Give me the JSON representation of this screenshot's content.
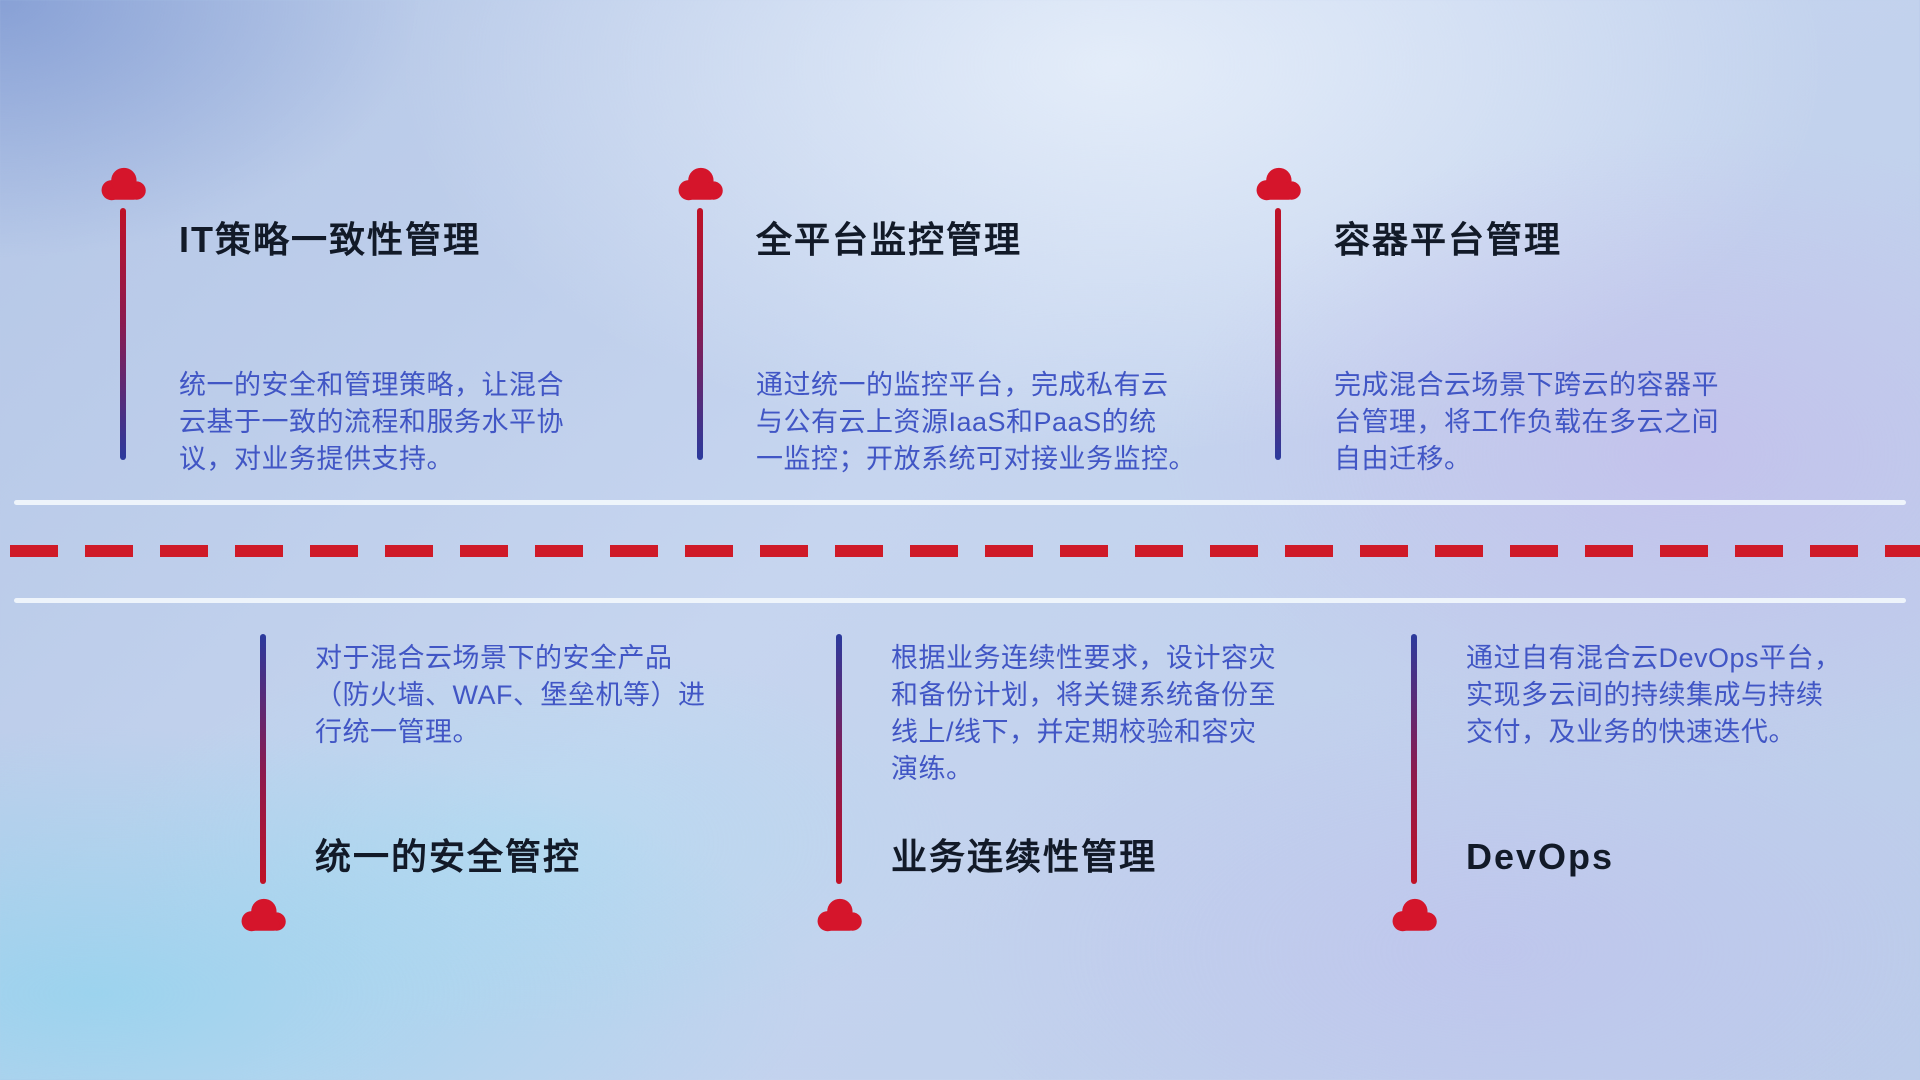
{
  "top_items": [
    {
      "title": "IT策略一致性管理",
      "description": "统一的安全和管理策略，让混合\n云基于一致的流程和服务水平协\n议，对业务提供支持。"
    },
    {
      "title": "全平台监控管理",
      "description": "通过统一的监控平台，完成私有云\n与公有云上资源IaaS和PaaS的统\n一监控；开放系统可对接业务监控。"
    },
    {
      "title": "容器平台管理",
      "description": "完成混合云场景下跨云的容器平\n台管理，将工作负载在多云之间\n自由迁移。"
    }
  ],
  "bottom_items": [
    {
      "title": "统一的安全管控",
      "description": "对于混合云场景下的安全产品\n（防火墙、WAF、堡垒机等）进\n行统一管理。"
    },
    {
      "title": "业务连续性管理",
      "description": "根据业务连续性要求，设计容灾\n和备份计划，将关键系统备份至\n线上/线下，并定期校验和容灾\n演练。"
    },
    {
      "title": "DevOps",
      "description": "通过自有混合云DevOps平台，\n实现多云间的持续集成与持续\n交付，及业务的快速迭代。"
    }
  ],
  "icons": {
    "marker": "cloud-icon"
  },
  "colors": {
    "cloud_red": "#d5152b",
    "dash_red": "#cf1a28",
    "line_red": "#c01226",
    "line_blue": "#2b3a9d",
    "title_text": "#121a28",
    "description_text": "#4156c5",
    "divider_white": "#f2f7fc",
    "background_base": "#bfd0ec"
  }
}
